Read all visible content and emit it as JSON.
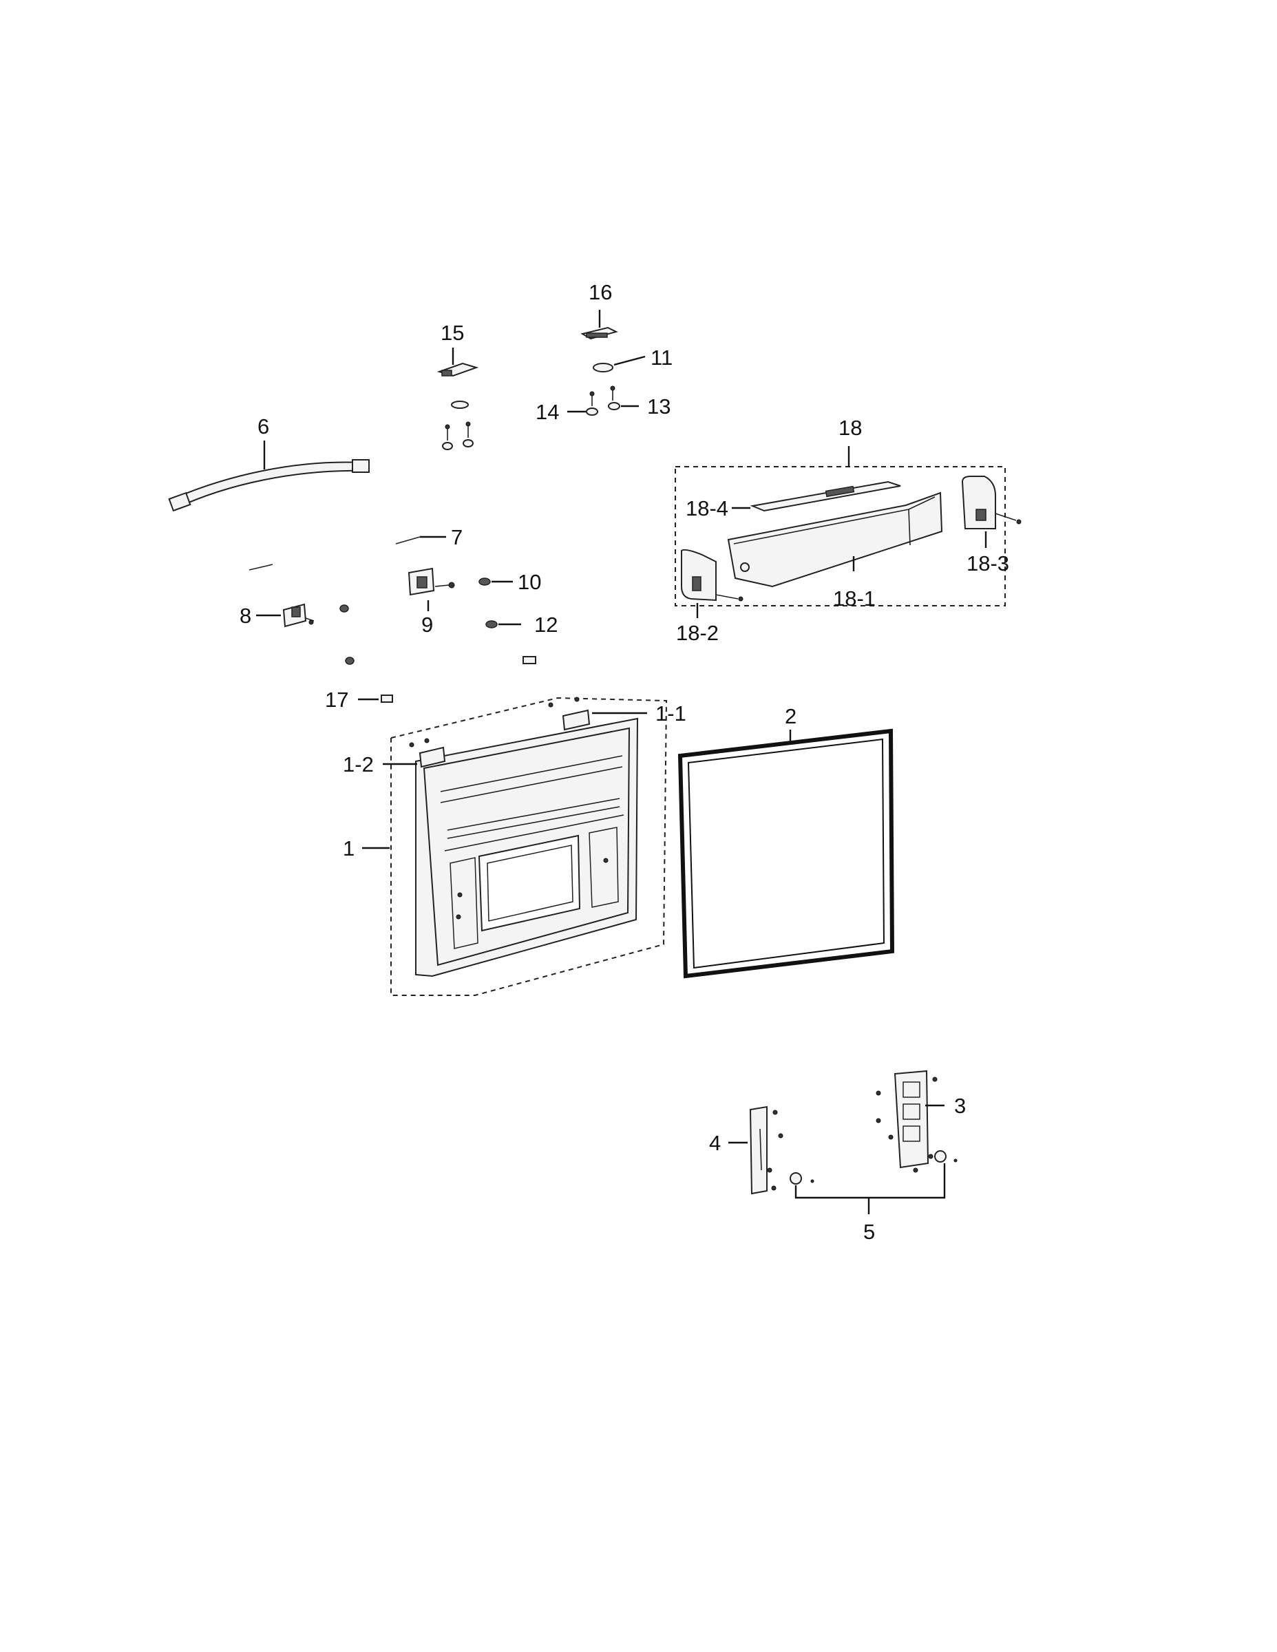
{
  "diagram": {
    "callouts": {
      "p1": "1",
      "p1_1": "1-1",
      "p1_2": "1-2",
      "p2": "2",
      "p3": "3",
      "p4": "4",
      "p5": "5",
      "p6": "6",
      "p7": "7",
      "p8": "8",
      "p9": "9",
      "p10": "10",
      "p11": "11",
      "p12": "12",
      "p13": "13",
      "p14": "14",
      "p15": "15",
      "p16": "16",
      "p17": "17",
      "p18": "18",
      "p18_1": "18-1",
      "p18_2": "18-2",
      "p18_3": "18-3",
      "p18_4": "18-4"
    },
    "colors": {
      "ink": "#111111",
      "background": "#ffffff"
    }
  }
}
